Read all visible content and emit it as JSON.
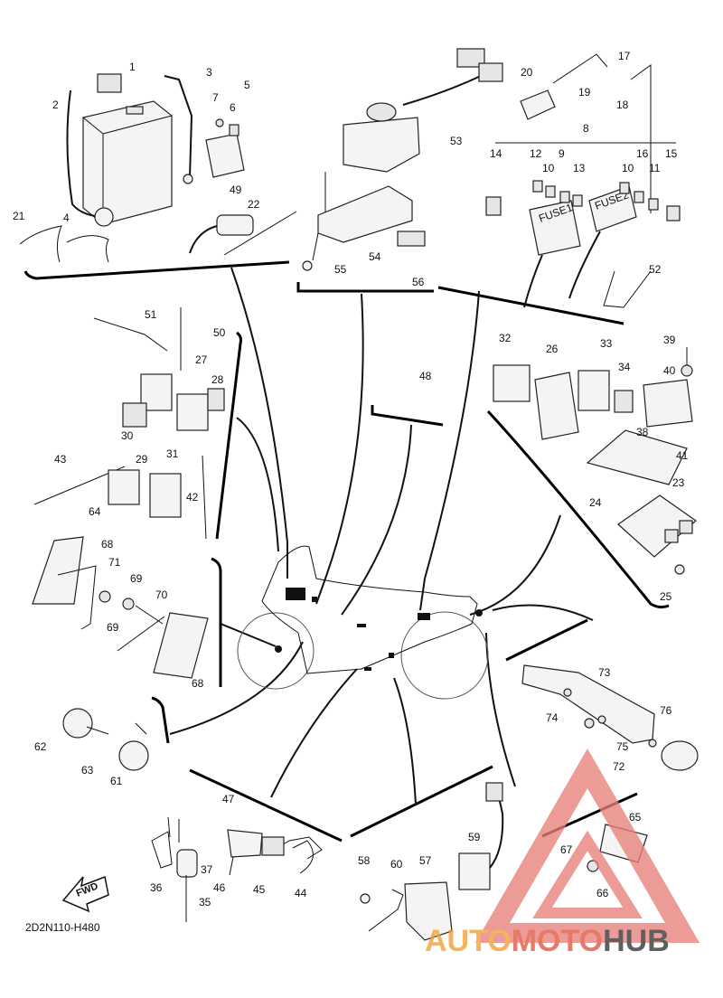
{
  "callouts": [
    "1",
    "2",
    "3",
    "4",
    "5",
    "6",
    "7",
    "8",
    "9",
    "10",
    "10",
    "11",
    "12",
    "13",
    "14",
    "15",
    "16",
    "17",
    "18",
    "19",
    "20",
    "21",
    "22",
    "23",
    "24",
    "25",
    "26",
    "27",
    "28",
    "29",
    "30",
    "31",
    "32",
    "33",
    "34",
    "35",
    "36",
    "37",
    "38",
    "39",
    "40",
    "41",
    "42",
    "43",
    "44",
    "45",
    "46",
    "47",
    "48",
    "49",
    "50",
    "51",
    "52",
    "53",
    "54",
    "55",
    "56",
    "57",
    "58",
    "59",
    "60",
    "61",
    "62",
    "63",
    "64",
    "65",
    "66",
    "67",
    "68",
    "68",
    "69",
    "69",
    "70",
    "71",
    "72",
    "73",
    "74",
    "75",
    "76"
  ],
  "fuse_labels": [
    "FUSE1",
    "FUSE2"
  ],
  "arrow_label": "FWD",
  "diagram_code": "2D2N110-H480",
  "watermark": {
    "part1": "AUTO",
    "part2": "MOTO",
    "part3": "HUB",
    "color1": "#f0a030",
    "color2": "#e0553f",
    "color3": "#333333"
  }
}
